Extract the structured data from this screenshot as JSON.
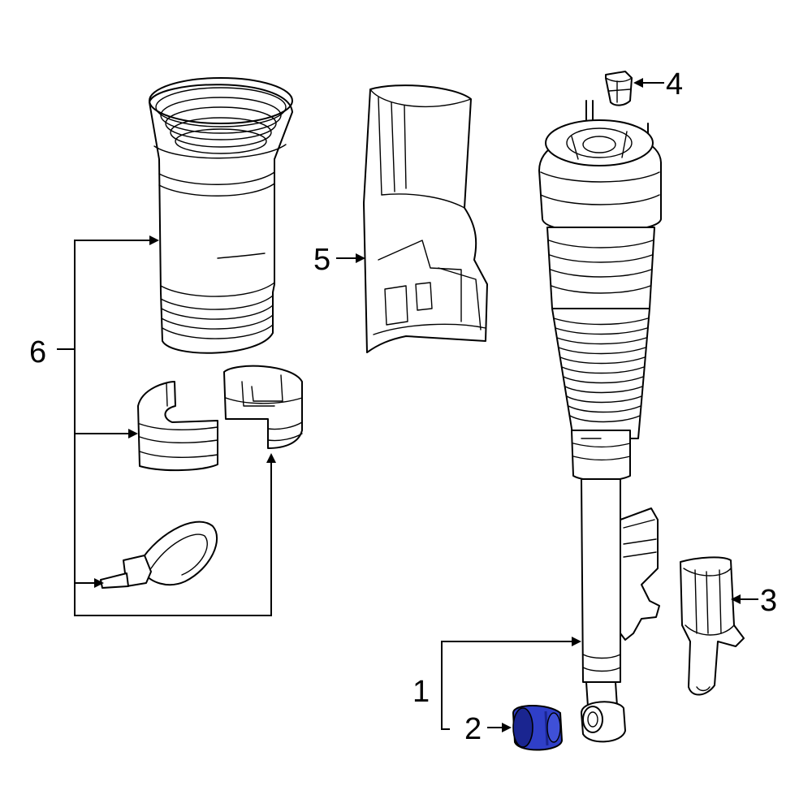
{
  "callouts": [
    {
      "id": "1",
      "text": "1"
    },
    {
      "id": "2",
      "text": "2"
    },
    {
      "id": "3",
      "text": "3"
    },
    {
      "id": "4",
      "text": "4"
    },
    {
      "id": "5",
      "text": "5"
    },
    {
      "id": "6",
      "text": "6"
    }
  ],
  "colors": {
    "line": "#000000",
    "background": "#ffffff",
    "highlight_fill": "#2f3fc8",
    "highlight_dark": "#1a2590"
  },
  "highlighted_part": "2"
}
